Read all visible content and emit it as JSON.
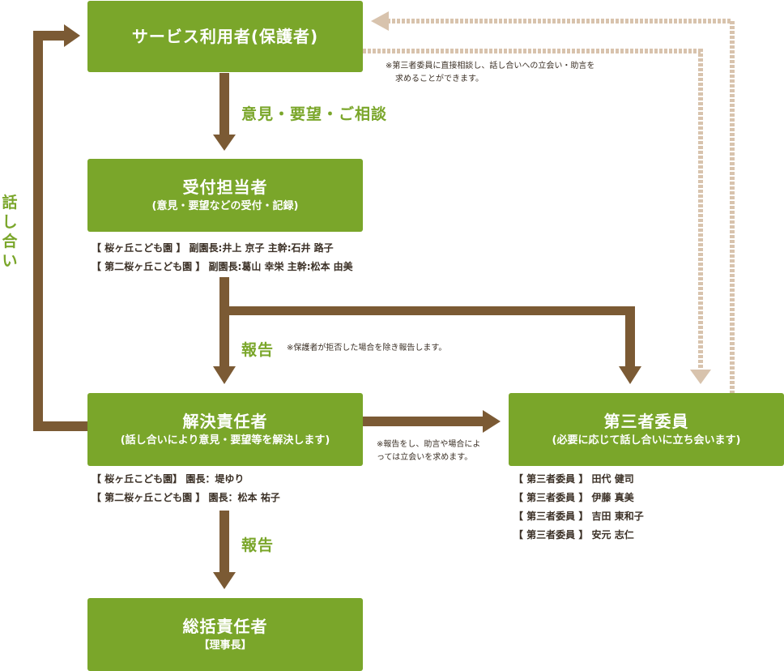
{
  "boxes": {
    "user": {
      "title": "サービス利用者(保護者)"
    },
    "reception": {
      "title": "受付担当者",
      "sub": "(意見・要望などの受付・記録)"
    },
    "resolver": {
      "title": "解決責任者",
      "sub": "(話し合いにより意見・要望等を解決します)"
    },
    "third_party": {
      "title": "第三者委員",
      "sub": "(必要に応じて話し合いに立ち会います)"
    },
    "chief": {
      "title": "総括責任者",
      "sub": "【理事長】"
    }
  },
  "labels": {
    "opinion": "意見・要望・ご相談",
    "report1": "報告",
    "report2": "報告",
    "talk": [
      "話",
      "し",
      "合",
      "い"
    ]
  },
  "notes": {
    "direct_consult": [
      "※第三者委員に直接相談し、話し合いへの立会い・助言を",
      "求めることができます。"
    ],
    "report_exception": "※保護者が拒否した場合を除き報告します。",
    "report_advice": [
      "※報告をし、助言や場合によ",
      "っては立会いを求めます。"
    ]
  },
  "staff": {
    "reception": [
      "【 桜ヶ丘こども園 】 副園長:井上 京子 主幹:石井 路子",
      "【 第二桜ヶ丘こども園 】 副園長:葛山 幸栄 主幹:松本 由美"
    ],
    "resolver": [
      "【 桜ヶ丘こども園】 園長：堤ゆり",
      "【 第二桜ヶ丘こども園 】 園長：松本 祐子"
    ],
    "third_party": [
      "【 第三者委員 】 田代 健司",
      "【 第三者委員 】 伊藤 真美",
      "【 第三者委員 】 吉田 東和子",
      "【 第三者委員 】 安元 志仁"
    ]
  },
  "colors": {
    "box_green": "#7aa62a",
    "arrow_brown": "#7b5a34",
    "dashed_beige": "#d8c3ad"
  }
}
